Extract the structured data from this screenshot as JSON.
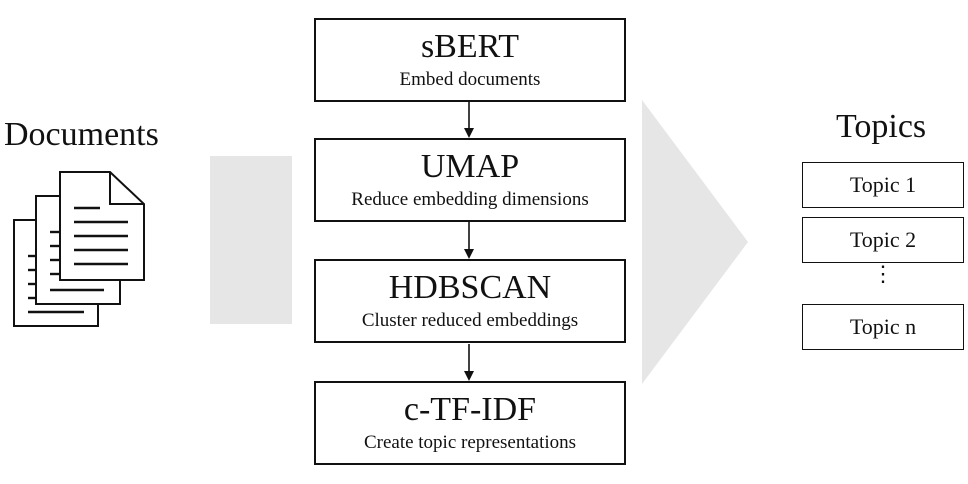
{
  "documents": {
    "label": "Documents",
    "icon": "documents-icon"
  },
  "pipeline": {
    "steps": [
      {
        "title": "sBERT",
        "subtitle": "Embed documents"
      },
      {
        "title": "UMAP",
        "subtitle": "Reduce embedding dimensions"
      },
      {
        "title": "HDBSCAN",
        "subtitle": "Cluster reduced embeddings"
      },
      {
        "title": "c-TF-IDF",
        "subtitle": "Create topic representations"
      }
    ]
  },
  "topics": {
    "label": "Topics",
    "items": [
      "Topic 1",
      "Topic 2",
      "Topic n"
    ],
    "ellipsis": "⋮"
  },
  "colors": {
    "big_arrow": "#e6e6e6",
    "stroke": "#111111"
  }
}
